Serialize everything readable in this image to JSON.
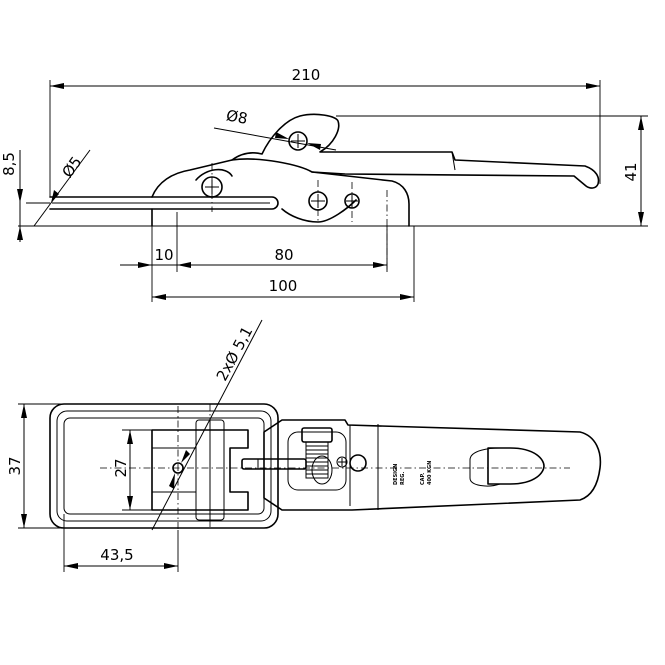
{
  "dimensions": {
    "length_total": "210",
    "height_total": "41",
    "dia_lever_hole": "Ø8",
    "dia_hook_wire": "Ø5",
    "offset_height": "8,5",
    "seg_10": "10",
    "seg_80": "80",
    "seg_100": "100",
    "mount_holes": "2xØ 5,1",
    "base_outer": "37",
    "base_inner": "27",
    "hole_offset": "43,5"
  },
  "plate_text": {
    "left_line_1": "DESIGN",
    "left_line_2": "REG.",
    "right_line_1": "CAP.",
    "right_line_2": "400 KGN"
  }
}
